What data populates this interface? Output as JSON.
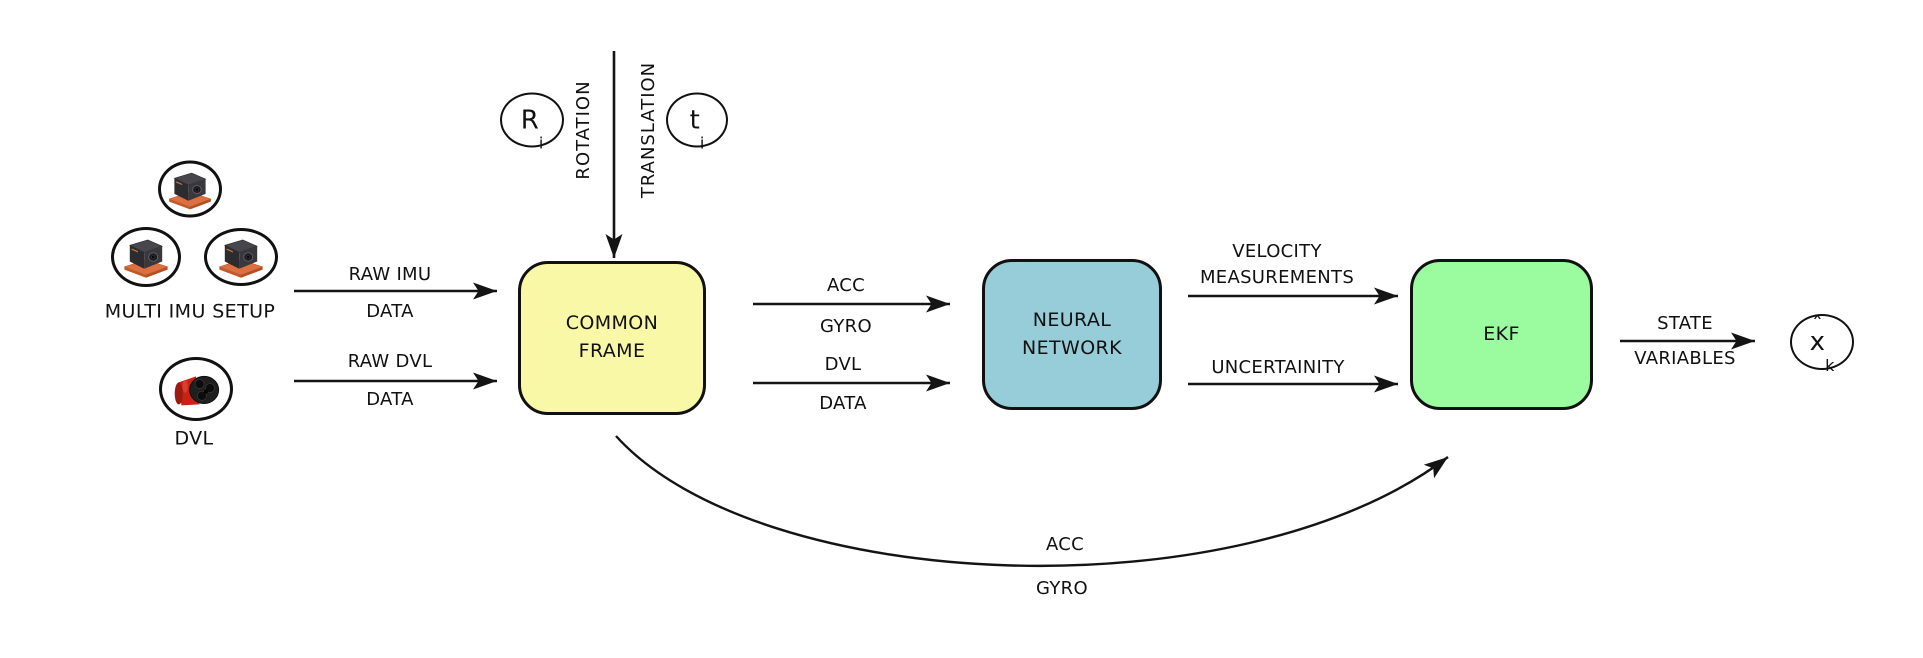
{
  "diagram": {
    "sensors": {
      "imu_group_label": "MULTI IMU SETUP",
      "dvl_label": "DVL"
    },
    "calibration": {
      "rotation_symbol": {
        "main": "R",
        "sub": "i"
      },
      "translation_symbol": {
        "main": "t",
        "sub": "i"
      },
      "rotation_label": "ROTATION",
      "translation_label": "TRANSLATION"
    },
    "nodes": {
      "common_frame": {
        "line1": "COMMON",
        "line2": "FRAME",
        "fill": "#f8f8a6"
      },
      "neural_network": {
        "line1": "NEURAL",
        "line2": "NETWORK",
        "fill": "#97cdd9"
      },
      "ekf": {
        "label": "EKF",
        "fill": "#9afb9f"
      }
    },
    "output_state": {
      "hat": "ˆ",
      "main": "x",
      "sub": "k"
    },
    "edges": {
      "raw_imu": {
        "line1": "RAW IMU",
        "line2": "DATA"
      },
      "raw_dvl": {
        "line1": "RAW DVL",
        "line2": "DATA"
      },
      "acc_gyro": {
        "line1": "ACC",
        "line2": "GYRO"
      },
      "dvl_data": {
        "line1": "DVL",
        "line2": "DATA"
      },
      "velocity": {
        "line1": "VELOCITY",
        "line2": "MEASUREMENTS"
      },
      "uncertainty": {
        "label": "UNCERTAINITY"
      },
      "state": {
        "line1": "STATE",
        "line2": "VARIABLES"
      },
      "feedback": {
        "line1": "ACC",
        "line2": "GYRO"
      }
    },
    "colors": {
      "arrow": "#141414",
      "border": "#111111",
      "imu_base_orange": "#dc7040",
      "imu_body_dark": "#35353b",
      "dvl_body_red": "#c62317",
      "dvl_head_black": "#1f1f1f"
    }
  }
}
